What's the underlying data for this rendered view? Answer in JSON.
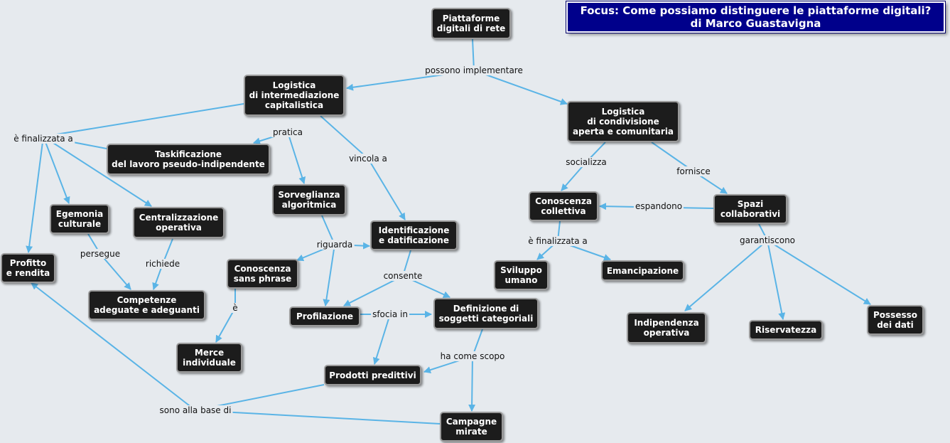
{
  "header": {
    "title": "Focus: Come possiamo distinguere le piattaforme digitali?",
    "author": "di Marco Guastavigna"
  },
  "colors": {
    "background": "#e6eaee",
    "node": "#1c1c1c",
    "edge": "#5ab4e6",
    "header": "#00008b"
  },
  "nodes": {
    "piattaforme": "Piattaforme\ndigitali di rete",
    "logistica_cap": "Logistica\ndi intermediazione\ncapitalistica",
    "logistica_cond": "Logistica\ndi condivisione\naperta e comunitaria",
    "taskificazione": "Taskificazione\ndel lavoro pseudo-indipendente",
    "sorveglianza": "Sorveglianza\nalgoritmica",
    "identificazione": "Identificazione\ne datificazione",
    "egemonia": "Egemonia\nculturale",
    "centralizzazione": "Centralizzazione\noperativa",
    "profitto": "Profitto\ne rendita",
    "competenze": "Competenze\nadeguate e adeguanti",
    "conoscenza_sans": "Conoscenza\nsans phrase",
    "profilazione": "Profilazione",
    "definizione": "Definizione di\nsoggetti categoriali",
    "merce": "Merce\nindividuale",
    "prodotti": "Prodotti predittivi",
    "campagne": "Campagne\nmirate",
    "conoscenza_coll": "Conoscenza\ncollettiva",
    "spazi": "Spazi\ncollaborativi",
    "sviluppo": "Sviluppo\numano",
    "emancipazione": "Emancipazione",
    "indipendenza": "Indipendenza\noperativa",
    "riservatezza": "Riservatezza",
    "possesso": "Possesso\ndei dati"
  },
  "links": {
    "possono_implementare": "possono implementare",
    "finalizzata_a_1": "è finalizzata a",
    "pratica": "pratica",
    "vincola_a": "vincola a",
    "persegue": "persegue",
    "richiede": "richiede",
    "riguarda": "riguarda",
    "consente": "consente",
    "e_verb": "è",
    "sfocia_in": "sfocia in",
    "ha_come_scopo": "ha come scopo",
    "sono_alla_base_di": "sono alla base di",
    "socializza": "socializza",
    "fornisce": "fornisce",
    "espandono": "espandono",
    "finalizzata_a_2": "è finalizzata a",
    "garantiscono": "garantiscono"
  }
}
